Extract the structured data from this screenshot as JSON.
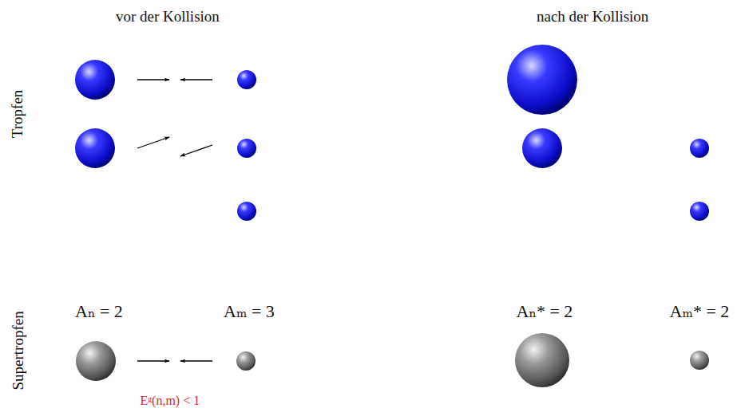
{
  "diagram": {
    "labels": [
      "vor der Kollision",
      "nach der Kollision",
      "Tropfen",
      "Supertropfen",
      "Aₙ = 2",
      "Aₘ = 3",
      "Aₙ* = 2",
      "Aₘ* = 2",
      "Eᵍ(n,m) < 1"
    ]
  }
}
